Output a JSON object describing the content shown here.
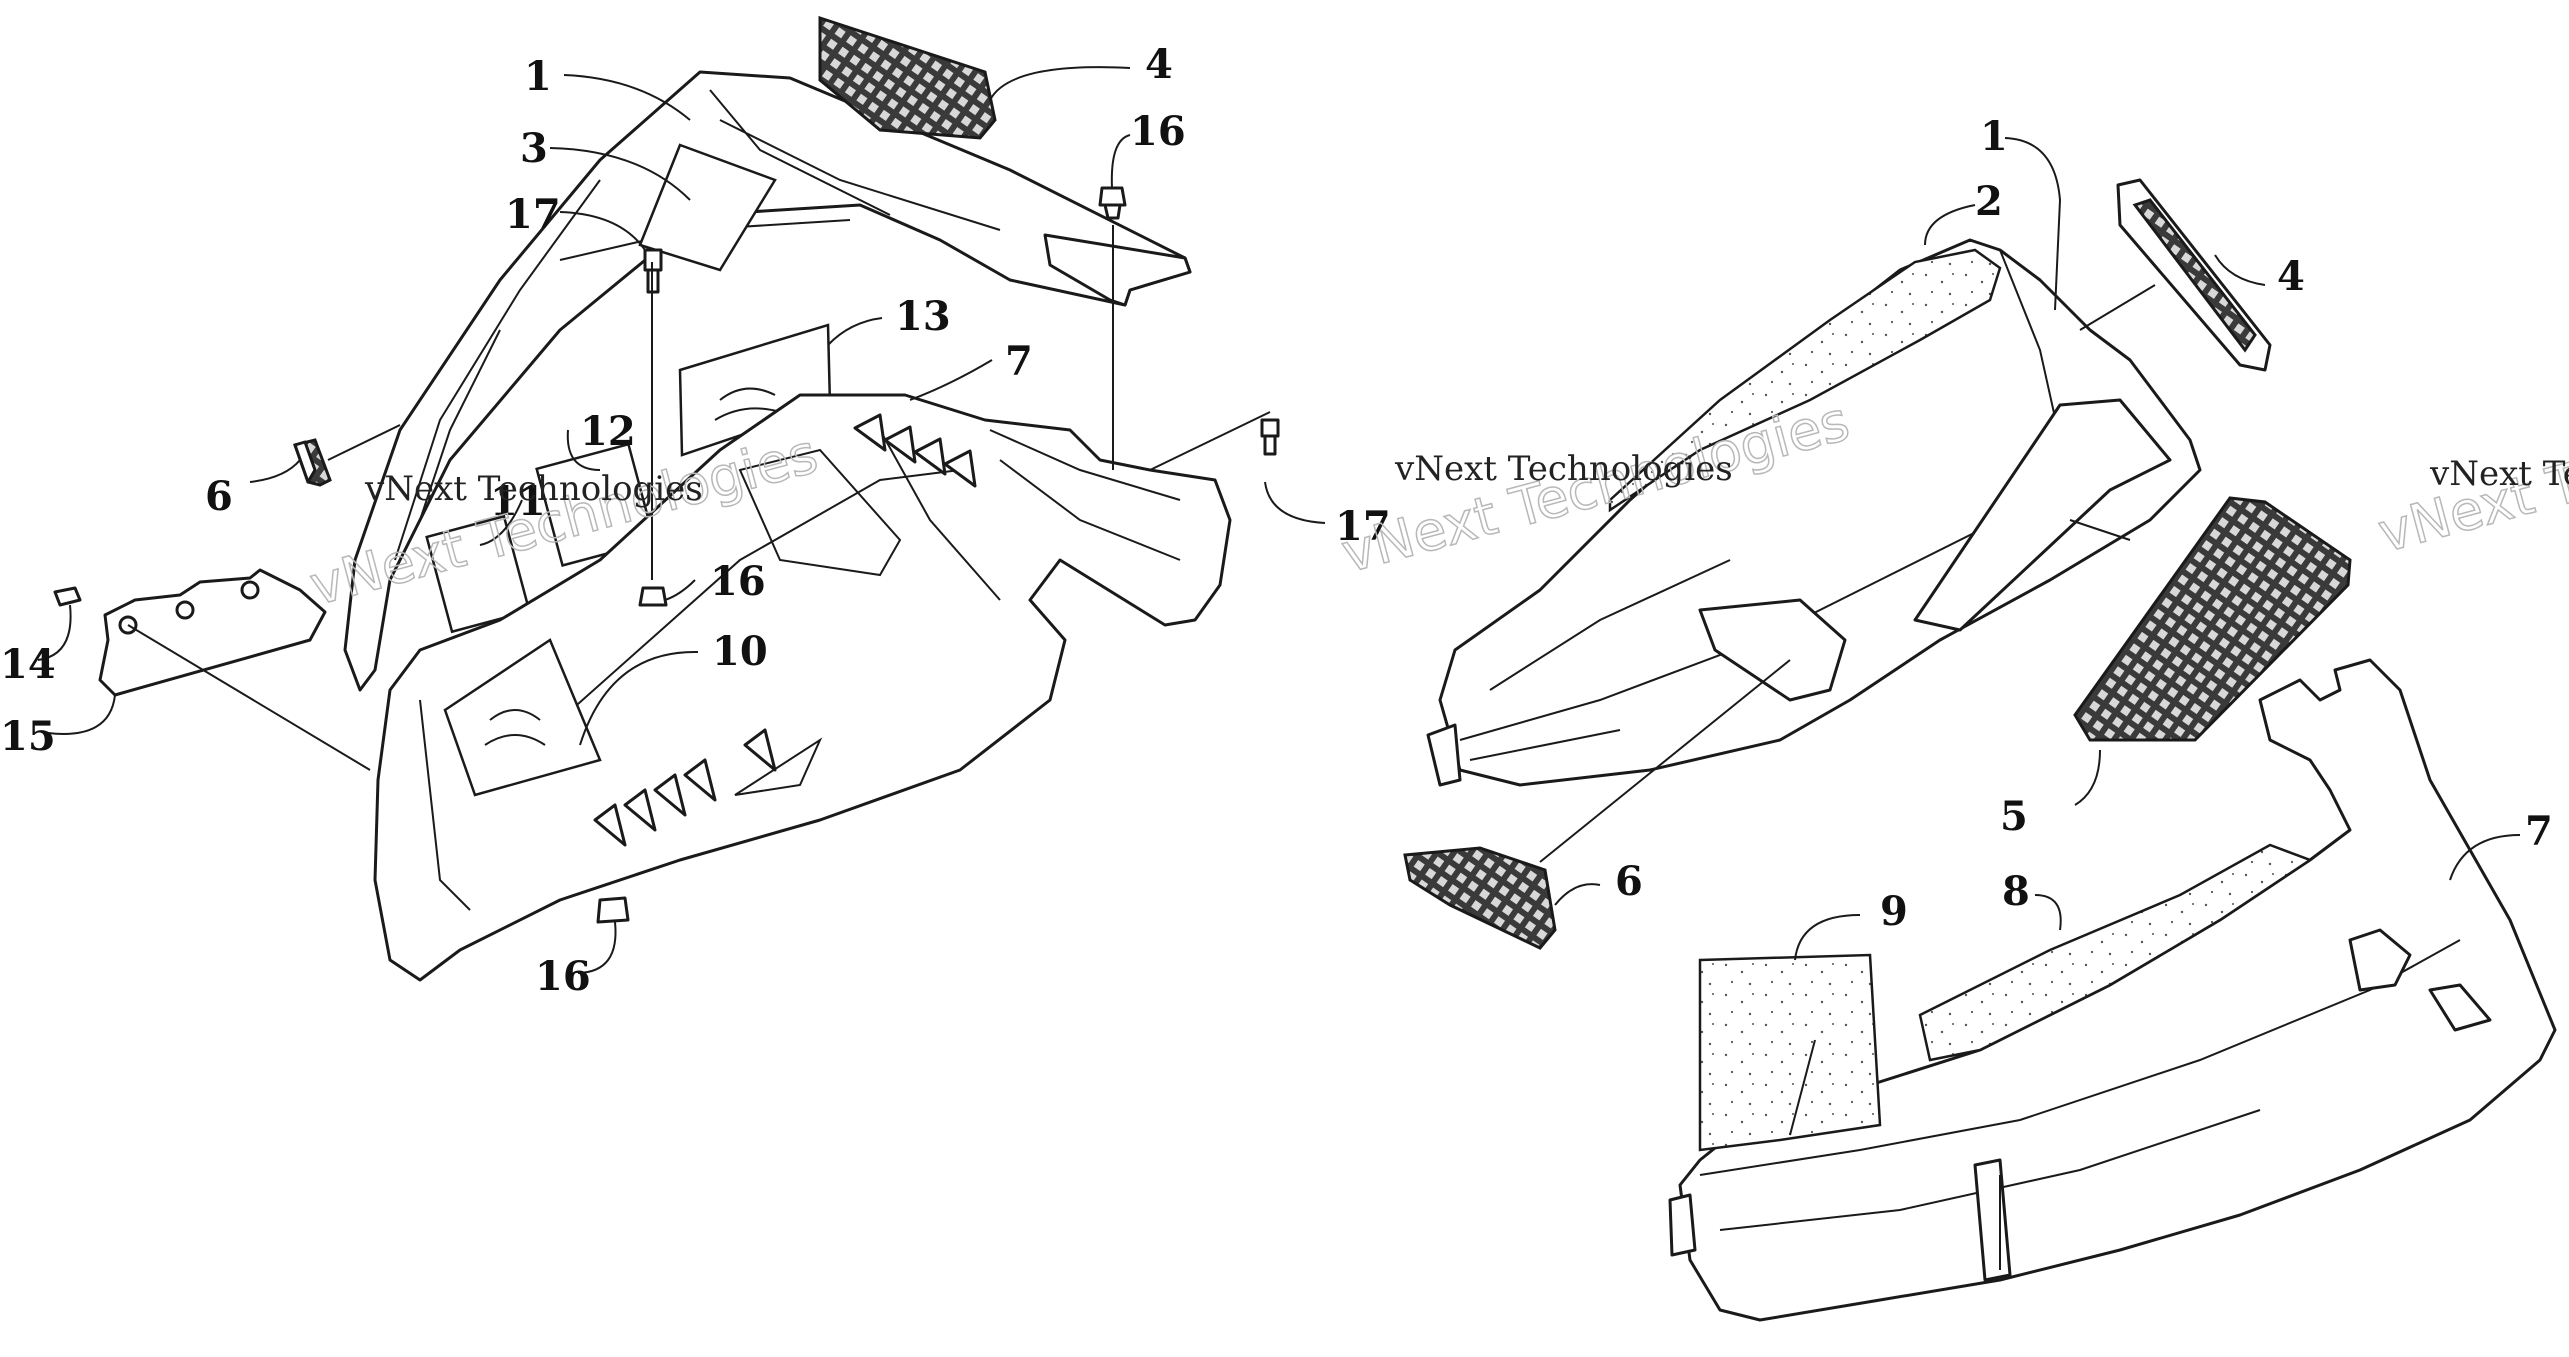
{
  "watermarks": [
    {
      "line1": "vNext Technologies",
      "line2": "vNext Technologies"
    },
    {
      "line1": "vNext Technologies",
      "line2": "vNext Technologies"
    },
    {
      "line1": "vNext Technologies",
      "line2": "vNext Technologies"
    }
  ],
  "left_callouts": [
    "1",
    "3",
    "17",
    "4",
    "16",
    "13",
    "7",
    "12",
    "11",
    "6",
    "16",
    "10",
    "14",
    "15",
    "16",
    "17"
  ],
  "right_callouts": [
    "1",
    "2",
    "4",
    "5",
    "6",
    "7",
    "8",
    "9"
  ]
}
